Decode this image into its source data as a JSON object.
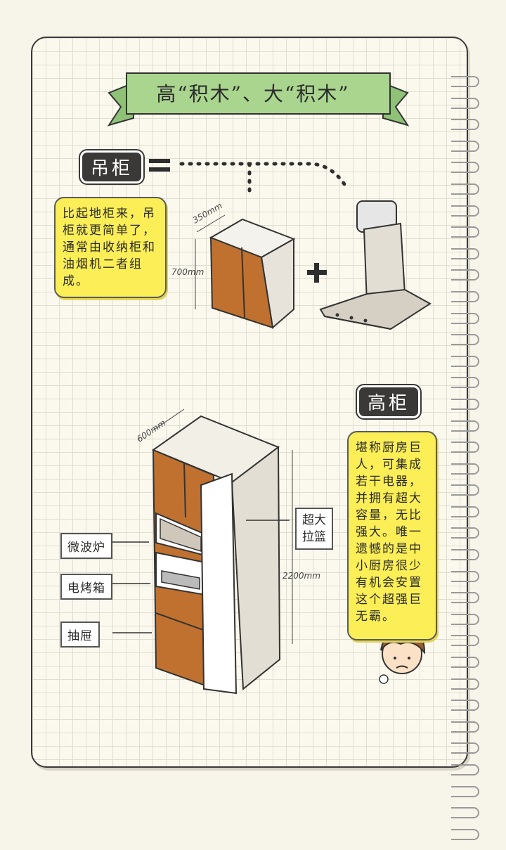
{
  "title": "高“积木”、大“积木”",
  "wall_cabinet": {
    "tag": "吊柜",
    "note": "比起地柜来，吊柜就更简单了，通常由收纳柜和油烟机二者组成。",
    "dim_depth": "350mm",
    "dim_height": "700mm",
    "plus": "+"
  },
  "tall_cabinet": {
    "tag": "高柜",
    "note": "堪称厨房巨人，可集成若干电器，并拥有超大容量，无比强大。唯一遗憾的是中小厨房很少有机会安置这个超强巨无霸。",
    "dim_depth": "600mm",
    "dim_height": "2200mm",
    "labels": [
      "微波炉",
      "电烤箱",
      "抽屉"
    ],
    "basket_label": "超大拉篮"
  },
  "colors": {
    "banner": "#a9d58f",
    "note": "#fbee56",
    "tag": "#3b3937",
    "wood": "#c0712f"
  }
}
